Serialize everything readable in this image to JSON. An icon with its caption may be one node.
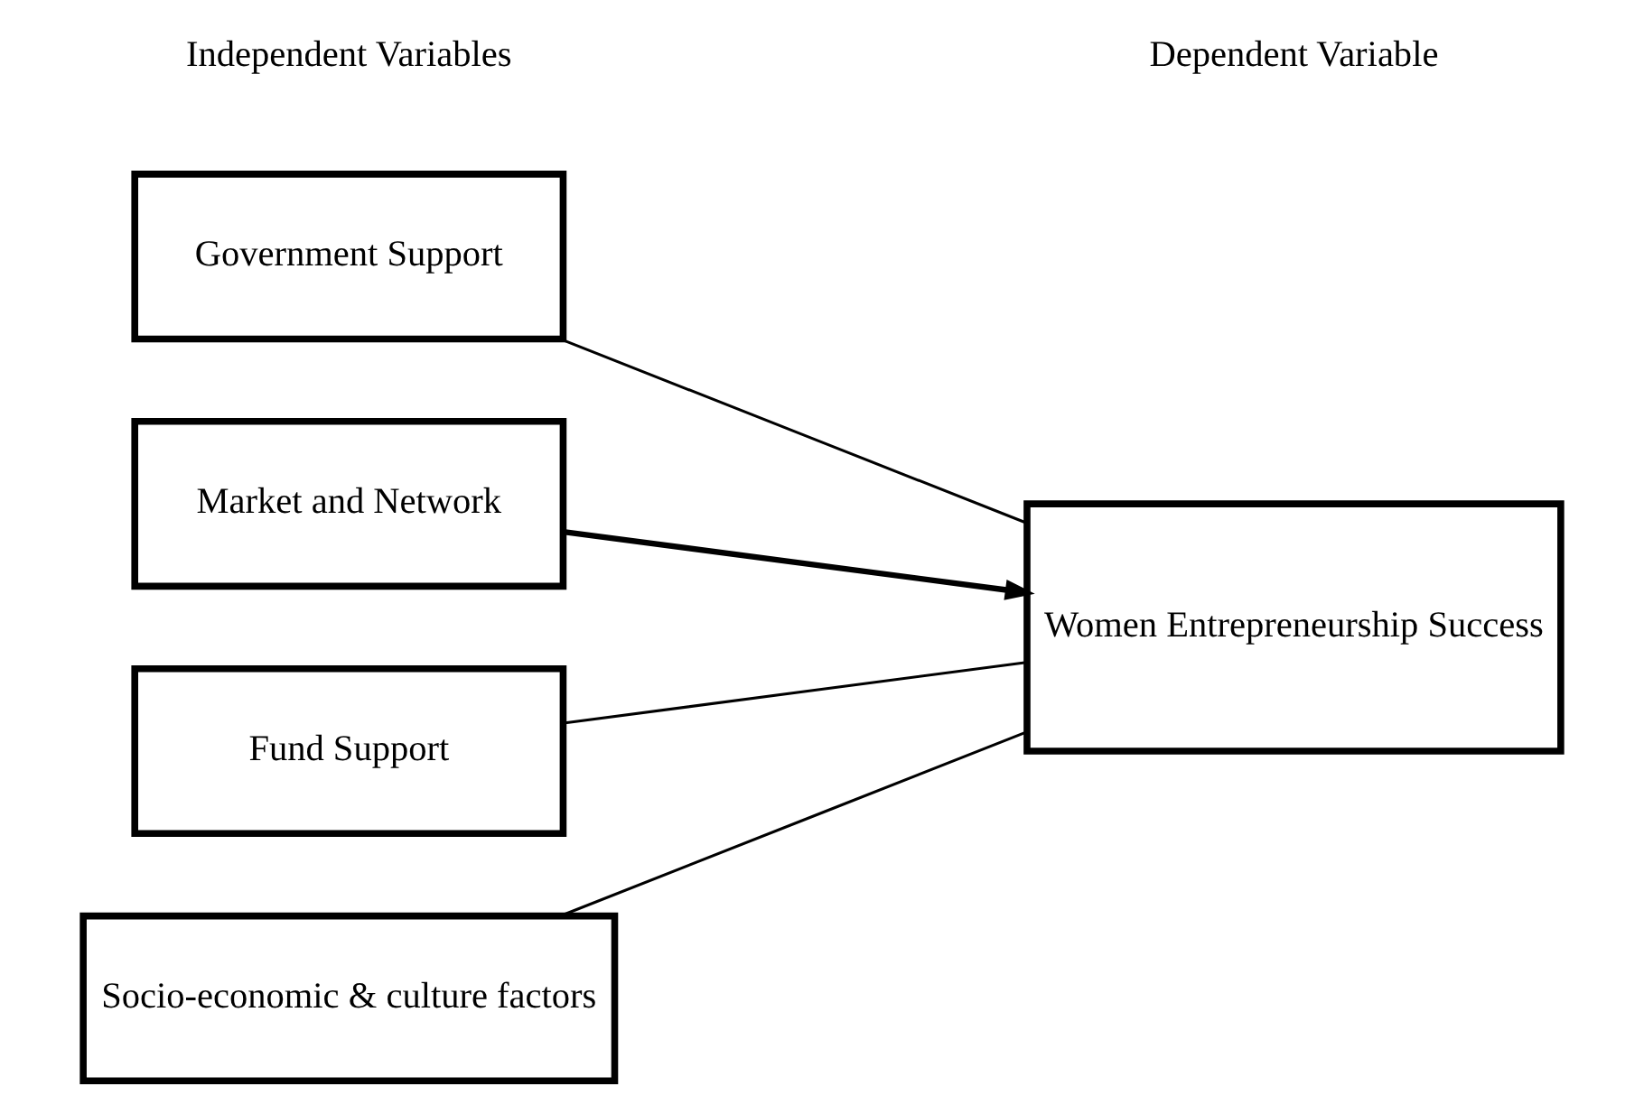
{
  "diagram": {
    "nodes": [
      {
        "text": [
          "Government Support"
        ]
      },
      {
        "text": [
          "Market and Network"
        ]
      },
      {
        "text": [
          "Fund Support"
        ]
      },
      {
        "text": [
          "Socio-economic & culture factors"
        ]
      },
      {
        "text": [
          "Women Entrepreneurship Success"
        ]
      }
    ],
    "edges": [
      {
        "from": 0,
        "to": 4,
        "arrow": "none"
      },
      {
        "from": 1,
        "to": 4,
        "arrow": "to",
        "style": "thick"
      },
      {
        "from": 2,
        "to": 4,
        "arrow": "none"
      },
      {
        "from": 3,
        "to": 4,
        "arrow": "none"
      }
    ],
    "labels": [
      "Independent Variables",
      "Dependent Variable"
    ]
  }
}
